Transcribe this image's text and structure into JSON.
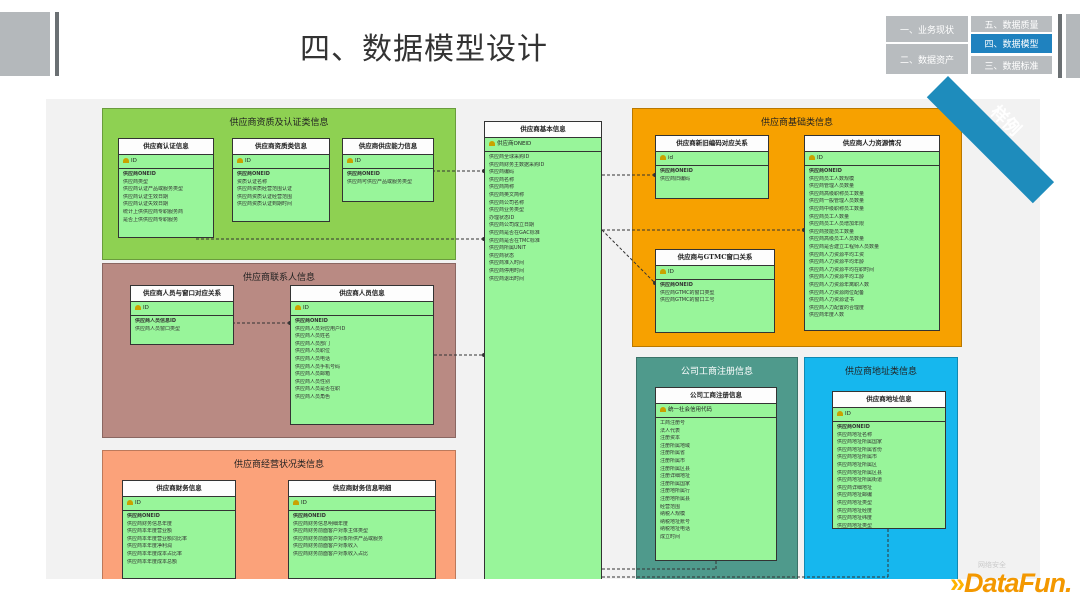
{
  "slide": {
    "title": "四、数据模型设计"
  },
  "nav": {
    "items": [
      {
        "label": "一、业务现状",
        "active": false
      },
      {
        "label": "五、数据质量",
        "active": false
      },
      {
        "label": "四、数据模型",
        "active": true
      },
      {
        "label": "二、数据资产",
        "active": false
      },
      {
        "label": "三、数据标准",
        "active": false
      }
    ]
  },
  "sample_label": "样例",
  "logo": {
    "text": "DataFun.",
    "watermark": "网络安全"
  },
  "colors": {
    "accent": "#1f82bf",
    "entity_fill": "#98f59a",
    "group_qualification": "#8ed152",
    "group_basic": "#f7a100",
    "group_contact": "#b98a83",
    "group_finance": "#fba27a",
    "group_registration": "#4f9a8c",
    "group_address": "#16b7ee"
  },
  "groups": [
    {
      "id": "qualification",
      "title": "供应商资质及认证类信息"
    },
    {
      "id": "contact",
      "title": "供应商联系人信息"
    },
    {
      "id": "finance",
      "title": "供应商经营状况类信息"
    },
    {
      "id": "basic",
      "title": "供应商基础类信息"
    },
    {
      "id": "registration",
      "title": "公司工商注册信息"
    },
    {
      "id": "address",
      "title": "供应商地址类信息"
    }
  ],
  "entities": [
    {
      "id": "cert",
      "title": "供应商认证信息",
      "pk": "ID",
      "fields": [
        {
          "text": "供应商ONEID",
          "fk": true
        },
        {
          "text": "供应商类型"
        },
        {
          "text": "供应商认证产品或服务类型"
        },
        {
          "text": "供应商认证生效日期"
        },
        {
          "text": "供应商认证失效日期"
        },
        {
          "text": "统计上供供应商专职服务商"
        },
        {
          "text": "是否上供供应商专职服务"
        }
      ]
    },
    {
      "id": "qual",
      "title": "供应商资质类信息",
      "pk": "ID",
      "fields": [
        {
          "text": "供应商ONEID",
          "fk": true
        },
        {
          "text": "资质认证名称"
        },
        {
          "text": "供应商资质经营范围认证"
        },
        {
          "text": "供应商资质认证经营范围"
        },
        {
          "text": "供应商资质认证到期时间"
        }
      ]
    },
    {
      "id": "capa",
      "title": "供应商供应能力信息",
      "pk": "ID",
      "fields": [
        {
          "text": "供应商ONEID",
          "fk": true
        },
        {
          "text": "供应商可供应产品或服务类型"
        }
      ]
    },
    {
      "id": "base",
      "title": "供应商基本信息",
      "pk": "供应商ONEID",
      "fields": [
        {
          "text": "供应商全球采购ID"
        },
        {
          "text": "供应商财务主数据采购ID"
        },
        {
          "text": "供应商编码"
        },
        {
          "text": "供应商名称"
        },
        {
          "text": "供应商简称"
        },
        {
          "text": "供应商英文简称"
        },
        {
          "text": "供应商公司名称"
        },
        {
          "text": "供应商业务类型"
        },
        {
          "text": "办理状态ID"
        },
        {
          "text": "供应商公司成立日期"
        },
        {
          "text": "供应商是否在GAC标准"
        },
        {
          "text": "供应商是否在TMC标准"
        },
        {
          "text": "供应商所属UNIT"
        },
        {
          "text": "供应商状态"
        },
        {
          "text": "供应商准入时间"
        },
        {
          "text": "供应商停用时间"
        },
        {
          "text": "供应商退出时间"
        }
      ]
    },
    {
      "id": "dept",
      "title": "供应商新旧编码对应关系",
      "pk": "id",
      "fields": [
        {
          "text": "供应商ONEID",
          "fk": true
        },
        {
          "text": "供应商旧编码"
        }
      ]
    },
    {
      "id": "hr",
      "title": "供应商人力资源情况",
      "pk": "ID",
      "fields": [
        {
          "text": "供应商ONEID",
          "fk": true
        },
        {
          "text": "供应商员工人数规模"
        },
        {
          "text": "供应商管理人员数量"
        },
        {
          "text": "供应商高级职称员工数量"
        },
        {
          "text": "供应商一般管理人员数量"
        },
        {
          "text": "供应商中级职称员工数量"
        },
        {
          "text": "供应商员工人数量"
        },
        {
          "text": "供应商员工人员增加年限"
        },
        {
          "text": "供应商技能员工数量"
        },
        {
          "text": "供应商高级员工人员数量"
        },
        {
          "text": "供应商是否建立工程师人员数量"
        },
        {
          "text": "供应商人力资源平均工资"
        },
        {
          "text": "供应商人力资源平均年龄"
        },
        {
          "text": "供应商人力资源平均在职时间"
        },
        {
          "text": "供应商人力资源平均工龄"
        },
        {
          "text": "供应商人力资源年离职人数"
        },
        {
          "text": "供应商人力资源岗位配备"
        },
        {
          "text": "供应商人力资源证书"
        },
        {
          "text": "供应商人力配置的合理度"
        },
        {
          "text": "供应商年度人数"
        }
      ]
    },
    {
      "id": "gtmc",
      "title": "供应商与GTMC窗口关系",
      "pk": "ID",
      "fields": [
        {
          "text": "供应商ONEID",
          "fk": true
        },
        {
          "text": "供应商GTMC的窗口类型"
        },
        {
          "text": "供应商GTMC的窗口工号"
        }
      ]
    },
    {
      "id": "win",
      "title": "供应商人员与窗口对应关系",
      "pk": "ID",
      "fields": [
        {
          "text": "供应商人员信息ID",
          "fk": true
        },
        {
          "text": "供应商人员窗口类型"
        }
      ]
    },
    {
      "id": "person",
      "title": "供应商人员信息",
      "pk": "ID",
      "fields": [
        {
          "text": "供应商ONEID",
          "fk": true
        },
        {
          "text": "供应商人员对应用户ID"
        },
        {
          "text": "供应商人员姓名"
        },
        {
          "text": "供应商人员部门"
        },
        {
          "text": "供应商人员职位"
        },
        {
          "text": "供应商人员电话"
        },
        {
          "text": "供应商人员手机号码"
        },
        {
          "text": "供应商人员邮箱"
        },
        {
          "text": "供应商人员性别"
        },
        {
          "text": "供应商人员是否在职"
        },
        {
          "text": "供应商人员角色"
        }
      ]
    },
    {
      "id": "fin",
      "title": "供应商财务信息",
      "pk": "ID",
      "fields": [
        {
          "text": "供应商ONEID",
          "fk": true
        },
        {
          "text": "供应商财务信息年度"
        },
        {
          "text": "供应商本年度营业额"
        },
        {
          "text": "供应商本年度营业额同比率"
        },
        {
          "text": "供应商本年度净利润"
        },
        {
          "text": "供应商本年度成本占比率"
        },
        {
          "text": "供应商本年度成本总额"
        }
      ]
    },
    {
      "id": "findet",
      "title": "供应商财务信息明细",
      "pk": "ID",
      "fields": [
        {
          "text": "供应商ONEID",
          "fk": true
        },
        {
          "text": "供应商财务信息明细年度"
        },
        {
          "text": "供应商财务前面客户对象主体类型"
        },
        {
          "text": "供应商财务前面客户对象所供产品或服务"
        },
        {
          "text": "供应商财务前面客户对象收入"
        },
        {
          "text": "供应商财务前面客户对象收入占比"
        }
      ]
    },
    {
      "id": "reg",
      "title": "公司工商注册信息",
      "pk": "统一社会信用代码",
      "fields": [
        {
          "text": "工商注册号"
        },
        {
          "text": "法人代表"
        },
        {
          "text": "注册资本"
        },
        {
          "text": "注册所属地域"
        },
        {
          "text": "注册所属省"
        },
        {
          "text": "注册所属市"
        },
        {
          "text": "注册所属区县"
        },
        {
          "text": "注册详细地址"
        },
        {
          "text": "注册所属国家"
        },
        {
          "text": "注册地所属行"
        },
        {
          "text": "注册地所属县"
        },
        {
          "text": "经营范围"
        },
        {
          "text": "纳税人规模"
        },
        {
          "text": "纳税地址账号"
        },
        {
          "text": "纳税地址电话"
        },
        {
          "text": "成立时间"
        }
      ]
    },
    {
      "id": "addr",
      "title": "供应商地址信息",
      "pk": "ID",
      "fields": [
        {
          "text": "供应商ONEID",
          "fk": true
        },
        {
          "text": "供应商地址名称"
        },
        {
          "text": "供应商地址所属国家"
        },
        {
          "text": "供应商地址所属省份"
        },
        {
          "text": "供应商地址所属市"
        },
        {
          "text": "供应商地址所属区"
        },
        {
          "text": "供应商地址所属区县"
        },
        {
          "text": "供应商地址所属街道"
        },
        {
          "text": "供应商详细地址"
        },
        {
          "text": "供应商地址邮编"
        },
        {
          "text": "供应商地址类型"
        },
        {
          "text": "供应商地址经度"
        },
        {
          "text": "供应商地址纬度"
        },
        {
          "text": "供应商地址类型"
        }
      ]
    }
  ]
}
